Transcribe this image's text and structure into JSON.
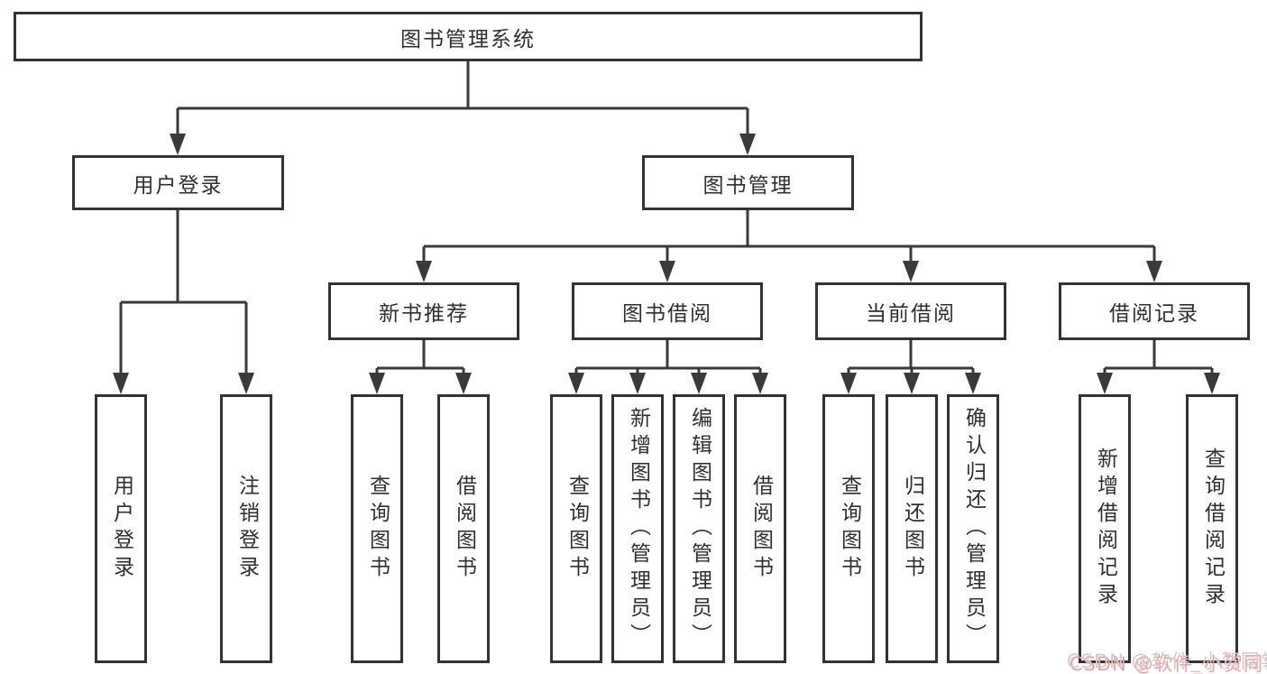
{
  "tree": {
    "root_label": "图书管理系统",
    "branches": [
      {
        "label": "用户登录",
        "children": [
          {
            "label": "用户登录"
          },
          {
            "label": "注销登录"
          }
        ]
      },
      {
        "label": "图书管理",
        "children": [
          {
            "label": "新书推荐",
            "children": [
              {
                "label": "查询图书"
              },
              {
                "label": "借阅图书"
              }
            ]
          },
          {
            "label": "图书借阅",
            "children": [
              {
                "label": "查询图书"
              },
              {
                "label": "新增图书（管理员）"
              },
              {
                "label": "编辑图书（管理员）"
              },
              {
                "label": "借阅图书"
              }
            ]
          },
          {
            "label": "当前借阅",
            "children": [
              {
                "label": "查询图书"
              },
              {
                "label": "归还图书"
              },
              {
                "label": "确认归还（管理员）"
              }
            ]
          },
          {
            "label": "借阅记录",
            "children": [
              {
                "label": "新增借阅记录"
              },
              {
                "label": "查询借阅记录"
              }
            ]
          }
        ]
      }
    ]
  },
  "watermark": {
    "text": "CSDN @软件_小贺同学"
  },
  "colors": {
    "line": "#3a3a3a",
    "box_border": "#333333",
    "box_fill": "#ffffff",
    "text": "#2f2f2f",
    "watermark_text": "#cccccc",
    "watermark_shadow": "#f19c9c",
    "background": "#ffffff"
  }
}
